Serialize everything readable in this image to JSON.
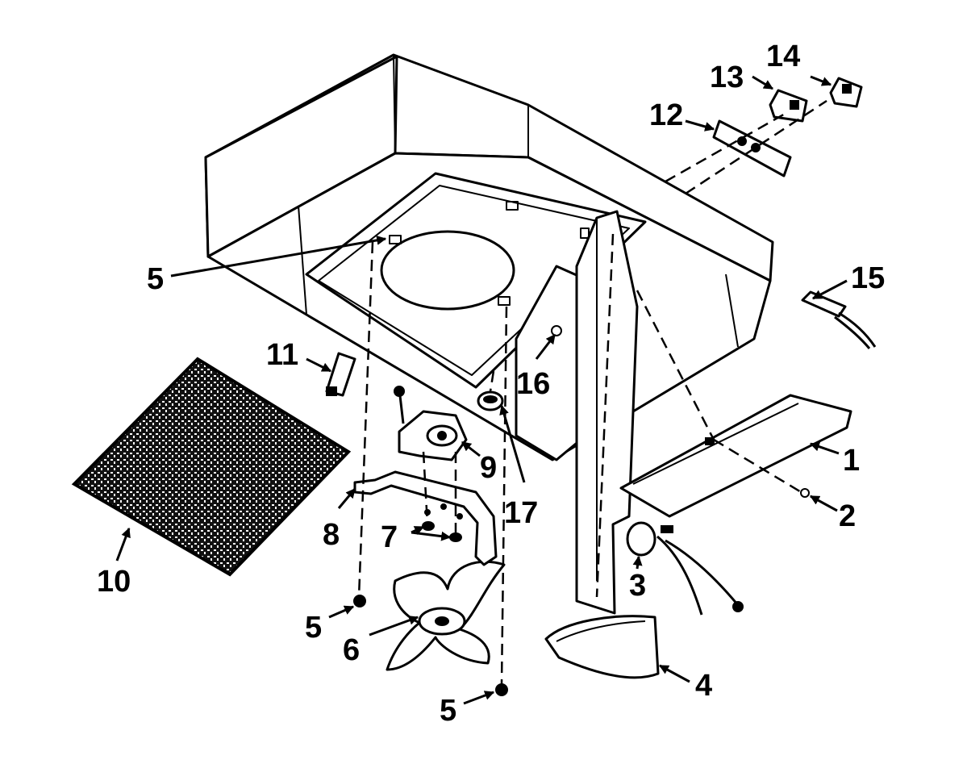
{
  "diagram": {
    "colors": {
      "ink": "#000000",
      "paper": "#ffffff"
    },
    "parts": [
      {
        "id": "1",
        "label": "1"
      },
      {
        "id": "2",
        "label": "2"
      },
      {
        "id": "3",
        "label": "3"
      },
      {
        "id": "4",
        "label": "4"
      },
      {
        "id": "5a",
        "label": "5"
      },
      {
        "id": "5b",
        "label": "5"
      },
      {
        "id": "5c",
        "label": "5"
      },
      {
        "id": "6",
        "label": "6"
      },
      {
        "id": "7",
        "label": "7"
      },
      {
        "id": "8",
        "label": "8"
      },
      {
        "id": "9",
        "label": "9"
      },
      {
        "id": "10",
        "label": "10"
      },
      {
        "id": "11",
        "label": "11"
      },
      {
        "id": "12",
        "label": "12"
      },
      {
        "id": "13",
        "label": "13"
      },
      {
        "id": "14",
        "label": "14"
      },
      {
        "id": "15",
        "label": "15"
      },
      {
        "id": "16",
        "label": "16"
      },
      {
        "id": "17",
        "label": "17"
      }
    ]
  }
}
